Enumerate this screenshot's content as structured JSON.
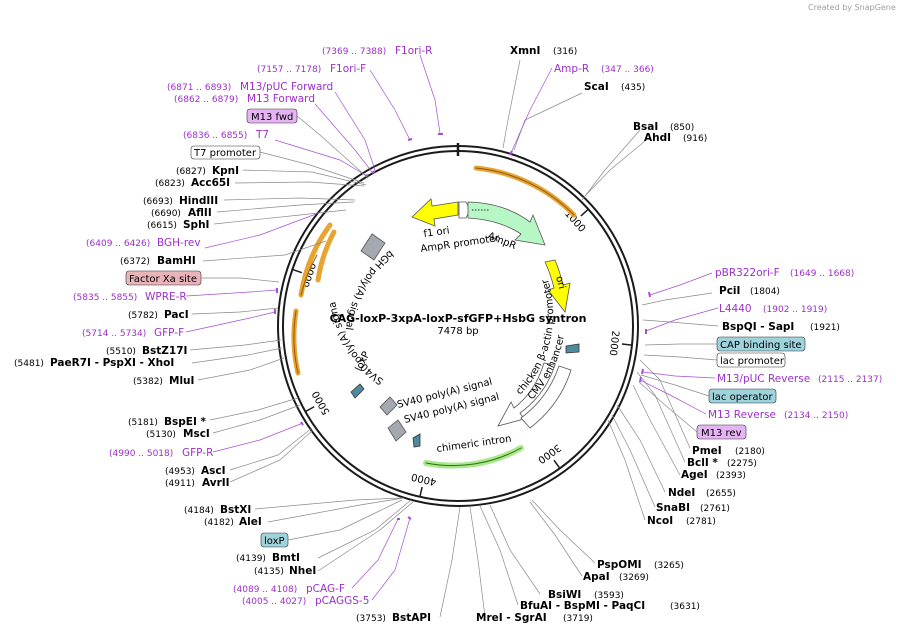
{
  "watermark": "Created by SnapGene",
  "plasmid": {
    "name": "CAG-loxP-3xpA-loxP-sfGFP+HsbG syntron",
    "length": "7478 bp"
  },
  "colors": {
    "backbone": "#1b1b1b",
    "primer": "#9b30c8",
    "lead": "#8a8a8a",
    "orange": "#e8a331",
    "yellow": "#ffff00",
    "green": "#b7f7c6"
  },
  "ticks": [
    {
      "label": "1000",
      "pos": 1000
    },
    {
      "label": "2000",
      "pos": 2000
    },
    {
      "label": "3000",
      "pos": 3000
    },
    {
      "label": "4000",
      "pos": 4000
    },
    {
      "label": "5000",
      "pos": 5000
    },
    {
      "label": "6000",
      "pos": 6000
    }
  ],
  "sites": [
    {
      "name": "XmnI",
      "pos": "(316)"
    },
    {
      "name": "ScaI",
      "pos": "(435)"
    },
    {
      "name": "BsaI",
      "pos": "(850)"
    },
    {
      "name": "AhdI",
      "pos": "(916)"
    },
    {
      "name": "PciI",
      "pos": "(1804)"
    },
    {
      "name": "BspQI  - SapI",
      "pos": "(1921)"
    },
    {
      "name": "PmeI",
      "pos": "(2180)"
    },
    {
      "name": "BclI *",
      "pos": "(2275)"
    },
    {
      "name": "AgeI",
      "pos": "(2393)"
    },
    {
      "name": "NdeI",
      "pos": "(2655)"
    },
    {
      "name": "SnaBI",
      "pos": "(2761)"
    },
    {
      "name": "NcoI",
      "pos": "(2781)"
    },
    {
      "name": "PspOMI",
      "pos": "(3265)"
    },
    {
      "name": "ApaI",
      "pos": "(3269)"
    },
    {
      "name": "BsiWI",
      "pos": "(3593)"
    },
    {
      "name": "BfuAI  - BspMI  - PaqCI",
      "pos": "(3631)"
    },
    {
      "name": "MreI  - SgrAI",
      "pos": "(3719)"
    },
    {
      "name": "BstAPI",
      "pos": "(3753)"
    },
    {
      "name": "NheI",
      "pos": "(4135)"
    },
    {
      "name": "BmtI",
      "pos": "(4139)"
    },
    {
      "name": "AleI",
      "pos": "(4182)"
    },
    {
      "name": "BstXI",
      "pos": "(4184)"
    },
    {
      "name": "AvrII",
      "pos": "(4911)"
    },
    {
      "name": "AscI",
      "pos": "(4953)"
    },
    {
      "name": "MscI",
      "pos": "(5130)"
    },
    {
      "name": "BspEI *",
      "pos": "(5181)"
    },
    {
      "name": "MluI",
      "pos": "(5382)"
    },
    {
      "name": "PaeR7I  - PspXI  - XhoI",
      "pos": "(5481)"
    },
    {
      "name": "BstZ17I",
      "pos": "(5510)"
    },
    {
      "name": "PacI",
      "pos": "(5782)"
    },
    {
      "name": "BamHI",
      "pos": "(6372)"
    },
    {
      "name": "SphI",
      "pos": "(6615)"
    },
    {
      "name": "AflII",
      "pos": "(6690)"
    },
    {
      "name": "HindIII",
      "pos": "(6693)"
    },
    {
      "name": "Acc65I",
      "pos": "(6823)"
    },
    {
      "name": "KpnI",
      "pos": "(6827)"
    }
  ],
  "primers": [
    {
      "name": "F1ori-R",
      "pos": "(7369 .. 7388)"
    },
    {
      "name": "F1ori-F",
      "pos": "(7157 .. 7178)"
    },
    {
      "name": "M13/pUC Forward",
      "pos": "(6871 .. 6893)"
    },
    {
      "name": "M13 Forward",
      "pos": "(6862 .. 6879)"
    },
    {
      "name": "T7",
      "pos": "(6836 .. 6855)"
    },
    {
      "name": "BGH-rev",
      "pos": "(6409 .. 6426)"
    },
    {
      "name": "WPRE-R",
      "pos": "(5835 .. 5855)"
    },
    {
      "name": "GFP-F",
      "pos": "(5714 .. 5734)"
    },
    {
      "name": "GFP-R",
      "pos": "(4990 .. 5018)"
    },
    {
      "name": "pCAG-F",
      "pos": "(4089 .. 4108)"
    },
    {
      "name": "pCAGGS-5",
      "pos": "(4005 .. 4027)"
    },
    {
      "name": "Amp-R",
      "pos": "(347 .. 366)"
    },
    {
      "name": "pBR322ori-F",
      "pos": "(1649 .. 1668)"
    },
    {
      "name": "L4440",
      "pos": "(1902 .. 1919)"
    },
    {
      "name": "M13/pUC Reverse",
      "pos": "(2115 .. 2137)"
    },
    {
      "name": "M13 Reverse",
      "pos": "(2134 .. 2150)"
    }
  ],
  "boxes": [
    {
      "name": "M13 fwd"
    },
    {
      "name": "T7 promoter"
    },
    {
      "name": "Factor Xa site"
    },
    {
      "name": "CAP binding site"
    },
    {
      "name": "lac promoter"
    },
    {
      "name": "lac operator"
    },
    {
      "name": "M13 rev"
    },
    {
      "name": "loxP"
    }
  ],
  "features": {
    "f1_ori": "f1 ori",
    "ampr_promoter": "AmpR promoter",
    "ampr": "AmpR",
    "ori": "ori",
    "cmv_enhancer": "CMV enhancer",
    "chicken_promoter": "chicken β-actin promoter",
    "chimeric_intron": "chimeric intron",
    "sv40_1": "SV40 poly(A) signal",
    "sv40_2": "SV40 poly(A) signal",
    "sv40_3": "SV40 poly(A) signal",
    "loxp_inner": "loxP",
    "bgh": "bGH poly(A) signal"
  }
}
